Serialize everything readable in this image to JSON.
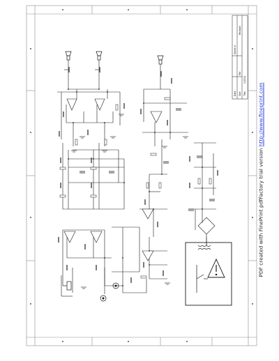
{
  "watermark": {
    "prefix": "PDF created with FinePrint pdfFactory trial version",
    "link": "http://www.fineprint.com"
  },
  "title_block": {
    "title": "Title",
    "doc_number": "1-0011",
    "row_labels": [
      "Size",
      "Date",
      "File"
    ],
    "sheet_field": "Sheet of",
    "revision_field": "Revision"
  },
  "colors": {
    "line": "#1a1a1a",
    "frame": "#8a8a8a",
    "link": "#2c3fd6"
  }
}
